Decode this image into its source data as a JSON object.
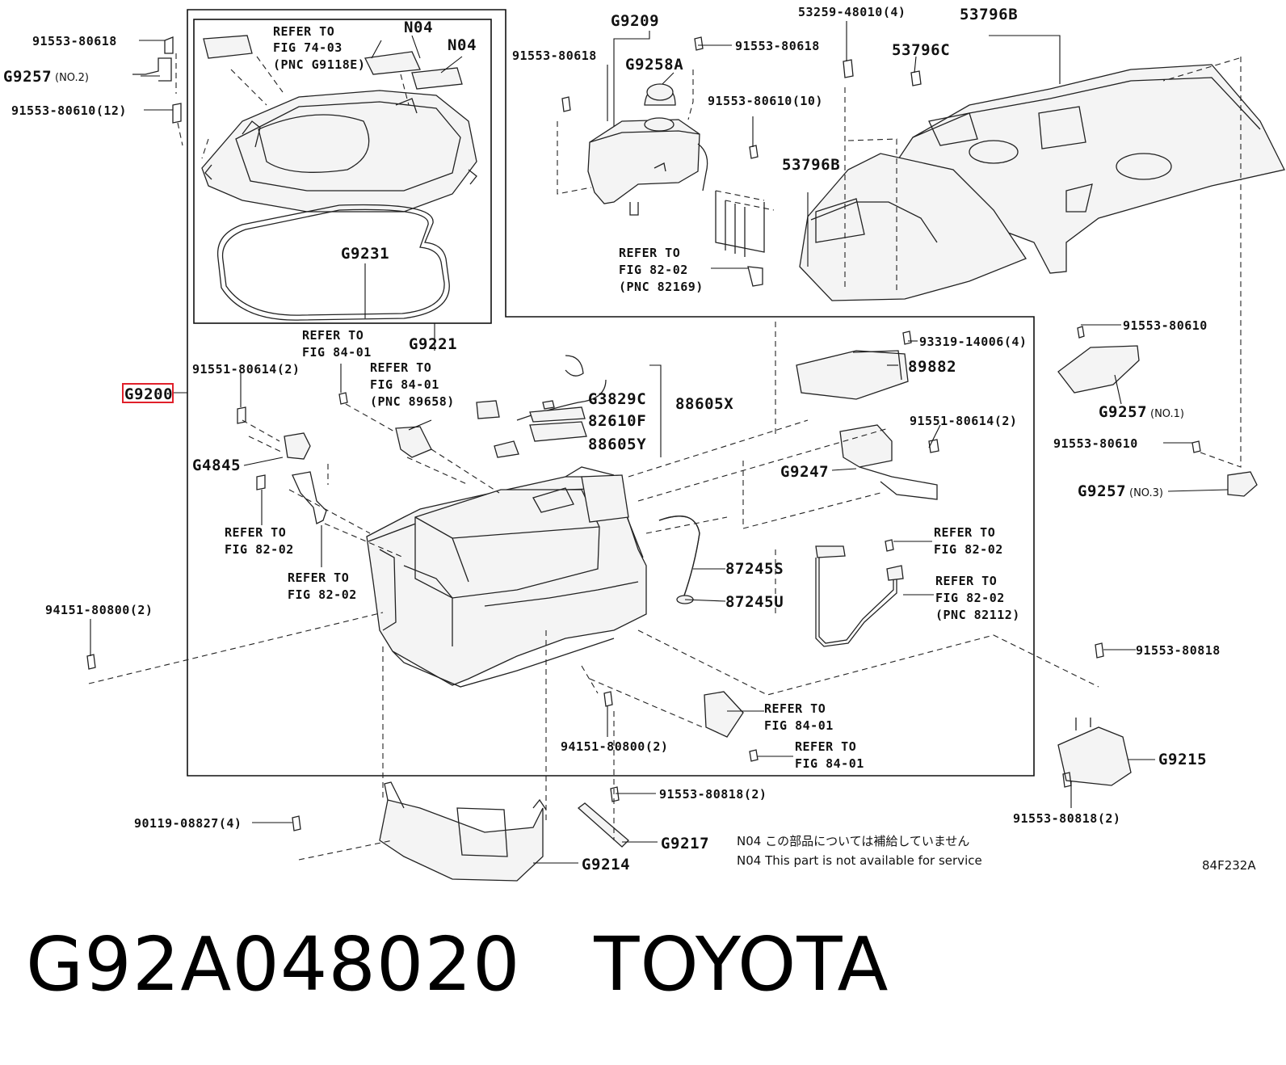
{
  "labels": {
    "p91553_80618_a": "91553-80618",
    "g9257_no2": "G9257",
    "no2": "(NO.2)",
    "p91553_80610_12": "91553-80610(12)",
    "refer_74_03_a": "REFER TO",
    "refer_74_03_b": "FIG 74-03",
    "refer_74_03_c": "(PNC G9118E)",
    "n04_a": "N04",
    "n04_b": "N04",
    "g9231": "G9231",
    "g9221": "G9221",
    "g9209": "G9209",
    "p91553_80618_b": "91553-80618",
    "g9258a": "G9258A",
    "p91553_80618_c": "91553-80618",
    "p91553_80610_10": "91553-80610(10)",
    "refer_82_02_a1": "REFER TO",
    "refer_82_02_a2": "FIG 82-02",
    "refer_82_02_a3": "(PNC 82169)",
    "p53259_48010": "53259-48010(4)",
    "p53796b_top": "53796B",
    "p53796c": "53796C",
    "p53796b_left": "53796B",
    "p91553_80610_r": "91553-80610",
    "g9257_no1": "G9257",
    "no1": "(NO.1)",
    "p91553_80610_r2": "91553-80610",
    "g9257_no3": "G9257",
    "no3": "(NO.3)",
    "p93319_14006": "93319-14006(4)",
    "p89882": "89882",
    "p91551_80614_r": "91551-80614(2)",
    "g9247": "G9247",
    "g9200": "G9200",
    "p91551_80614_l": "91551-80614(2)",
    "refer_84_01_a1": "REFER TO",
    "refer_84_01_a2": "FIG 84-01",
    "refer_84_01_b1": "REFER TO",
    "refer_84_01_b2": "FIG 84-01",
    "refer_84_01_b3": "(PNC 89658)",
    "g3829c": "G3829C",
    "p88605x": "88605X",
    "p82610f": "82610F",
    "p88605y": "88605Y",
    "g4845": "G4845",
    "refer_82_02_b1": "REFER TO",
    "refer_82_02_b2": "FIG 82-02",
    "refer_82_02_c1": "REFER TO",
    "refer_82_02_c2": "FIG 82-02",
    "p87245s": "87245S",
    "p87245u": "87245U",
    "refer_82_02_d1": "REFER TO",
    "refer_82_02_d2": "FIG 82-02",
    "refer_82_02_e1": "REFER TO",
    "refer_82_02_e2": "FIG 82-02",
    "refer_82_02_e3": "(PNC 82112)",
    "p94151_80800_l": "94151-80800(2)",
    "p91553_80818_r": "91553-80818",
    "refer_84_01_c1": "REFER TO",
    "refer_84_01_c2": "FIG 84-01",
    "refer_84_01_d1": "REFER TO",
    "refer_84_01_d2": "FIG 84-01",
    "p94151_80800_c": "94151-80800(2)",
    "g9215": "G9215",
    "p91553_80818_2": "91553-80818(2)",
    "p91553_80818_2b": "91553-80818(2)",
    "p90119_08827": "90119-08827(4)",
    "g9217": "G9217",
    "g9214": "G9214",
    "note_jp": "N04 この部品については補給していません",
    "note_en": "N04 This part is not available for service",
    "fig_code": "84F232A"
  },
  "footer": {
    "part_number": "G92A048020",
    "brand": "TOYOTA"
  },
  "colors": {
    "line": "#222222",
    "highlight": "#e0202a",
    "background": "#ffffff"
  }
}
